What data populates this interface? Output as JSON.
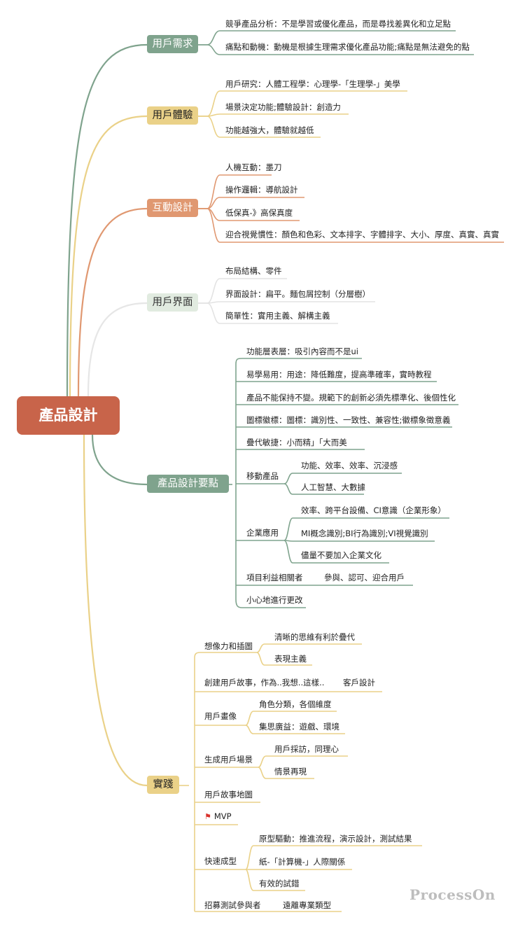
{
  "root": "產品設計",
  "branches": {
    "b1": {
      "label": "用戶需求",
      "color": "#7fa38d"
    },
    "b2": {
      "label": "用戶體驗",
      "color": "#ead188"
    },
    "b3": {
      "label": "互動設計",
      "color": "#e09871"
    },
    "b4": {
      "label": "用戶界面",
      "color": "#e1ebe0"
    },
    "b5": {
      "label": "產品設計要點",
      "color": "#7fa38d"
    },
    "b6": {
      "label": "實踐",
      "color": "#ead188"
    }
  },
  "n": {
    "b1_1": "競爭產品分析：不是學習或優化產品，而是尋找差異化和立足點",
    "b1_2": "痛點和動機：動機是根據生理需求優化產品功能;痛點是無法避免的點",
    "b2_1": "用戶研究：人體工程學：心理學-「生理學-」美學",
    "b2_2": "場景決定功能;體驗設計：創造力",
    "b2_3": "功能越強大，體驗就越低",
    "b3_1": "人機互動：墨刀",
    "b3_2": "操作邏輯：導航設計",
    "b3_3": "低保真-》高保真度",
    "b3_4": "迎合視覺慣性：顏色和色彩、文本排字、字體排字、大小、厚度、真實、真實",
    "b4_1": "布局結構、零件",
    "b4_2": "界面設計：扁平。麵包屑控制（分層樹）",
    "b4_3": "簡單性：實用主義、解構主義",
    "b5_1": "功能層表層：吸引內容而不是ui",
    "b5_2": "易學易用：用途：降低難度，提高準確率，實時教程",
    "b5_3": "產品不能保持不變。規範下的創新必須先標準化、後個性化",
    "b5_4": "圖標徽標：圖標：識別性、一致性、兼容性;徽標象徵意義",
    "b5_5": "疊代敏捷：小而精」「大而美",
    "b5_6": "移動產品",
    "b5_6_1": "功能、效率、效率、沉浸感",
    "b5_6_2": "人工智慧、大數據",
    "b5_7": "企業應用",
    "b5_7_1": "效率、跨平台設備、CI意識（企業形象）",
    "b5_7_2": "MI概念識別;BI行為識別;VI視覺識別",
    "b5_7_3": "儘量不要加入企業文化",
    "b5_8": "項目利益相關者",
    "b5_8_1": "參與、認可、迎合用戶",
    "b5_9": "小心地進行更改",
    "b6_1": "想像力和插圖",
    "b6_1_1": "清晰的思維有利於疊代",
    "b6_1_2": "表現主義",
    "b6_2": "創建用戶故事，作為..我想..這樣..",
    "b6_2_1": "客戶設計",
    "b6_3": "用戶畫像",
    "b6_3_1": "角色分類，各個維度",
    "b6_3_2": "集思廣益：遊戲、環境",
    "b6_4": "生成用戶場景",
    "b6_4_1": "用戶採訪，同理心",
    "b6_4_2": "情景再現",
    "b6_5": "用戶故事地圖",
    "b6_6": "MVP",
    "b6_7": "快速成型",
    "b6_7_1": "原型驅動：推進流程，演示設計，測試結果",
    "b6_7_2": "紙-「計算機-」人際關係",
    "b6_7_3": "有效的試錯",
    "b6_8": "招募測試參與者",
    "b6_8_1": "遠離專業類型"
  },
  "watermark": "ProcessOn",
  "icons": {
    "mvp": "red-flag-icon"
  },
  "colors": {
    "root": "#c8644a",
    "line_b4": "#d9d9d9"
  }
}
